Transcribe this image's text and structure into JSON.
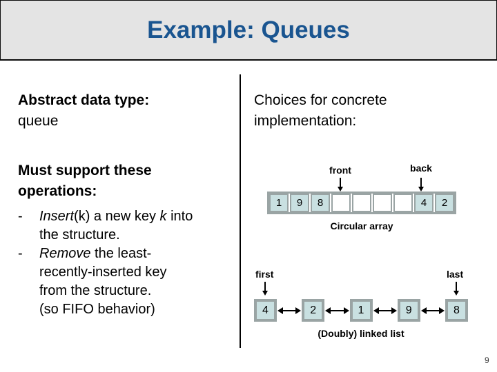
{
  "title": "Example: Queues",
  "page_number": "9",
  "colors": {
    "title_blue": "#1A5590",
    "header_bg": "#E4E4E4",
    "header_border": "#0B0B0B",
    "cell_fill": "#C9E0E1",
    "cell_border": "#9AA4A4"
  },
  "left_column": {
    "adt_heading": "Abstract data type:",
    "adt_value": "queue",
    "operations_heading_lines": [
      "Must support these",
      "operations:"
    ],
    "bullets": [
      {
        "dash": "-",
        "lines": [
          [
            {
              "t": "Insert",
              "i": true
            },
            {
              "t": "(k) a new key ",
              "i": false
            },
            {
              "t": "k",
              "i": true
            },
            {
              "t": " into",
              "i": false
            }
          ],
          [
            {
              "t": "the structure.",
              "i": false
            }
          ]
        ]
      },
      {
        "dash": "-",
        "lines": [
          [
            {
              "t": "Remove",
              "i": true
            },
            {
              "t": " the least-",
              "i": false
            }
          ],
          [
            {
              "t": "recently-inserted key",
              "i": false
            }
          ],
          [
            {
              "t": "from the structure.",
              "i": false
            }
          ]
        ]
      },
      {
        "dash": "",
        "lines": [
          [
            {
              "t": "(so FIFO behavior)",
              "i": false
            }
          ]
        ]
      }
    ]
  },
  "right_column": {
    "heading_lines": [
      "Choices for concrete",
      "implementation:"
    ],
    "circular_array": {
      "front_label": "front",
      "back_label": "back",
      "cells": [
        {
          "value": "1",
          "filled": true
        },
        {
          "value": "9",
          "filled": true
        },
        {
          "value": "8",
          "filled": true
        },
        {
          "value": "",
          "filled": false
        },
        {
          "value": "",
          "filled": false
        },
        {
          "value": "",
          "filled": false
        },
        {
          "value": "",
          "filled": false
        },
        {
          "value": "4",
          "filled": true
        },
        {
          "value": "2",
          "filled": true
        }
      ],
      "caption": "Circular array"
    },
    "linked_list": {
      "first_label": "first",
      "last_label": "last",
      "nodes": [
        "4",
        "2",
        "1",
        "9",
        "8"
      ],
      "caption": "(Doubly) linked list"
    }
  }
}
